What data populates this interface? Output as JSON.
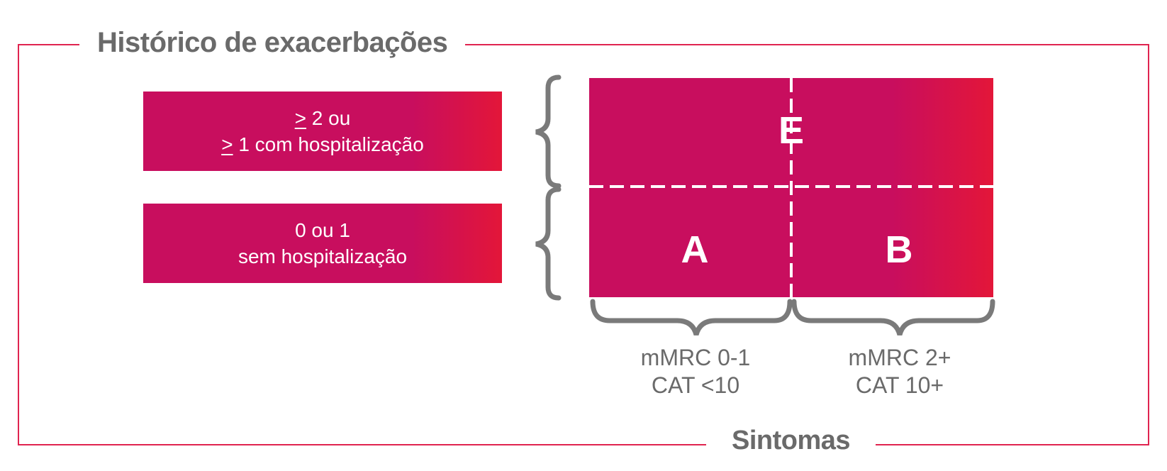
{
  "title": "Histórico de exacerbações",
  "x_title": "Sintomas",
  "rows": [
    {
      "line1_prefix": ">",
      "line1_rest": " 2 ou",
      "line2_prefix": ">",
      "line2_rest": " 1 com hospitalização"
    },
    {
      "line1": "0 ou 1",
      "line2": "sem hospitalização"
    }
  ],
  "cells": {
    "top": "E",
    "bottom_left": "A",
    "bottom_right": "B"
  },
  "columns": [
    {
      "line1": "mMRC 0-1",
      "line2": "CAT <10"
    },
    {
      "line1": "mMRC 2+",
      "line2": "CAT 10+"
    }
  ],
  "colors": {
    "frame": "#e0244f",
    "fill_start": "#c80e5e",
    "fill_end": "#e31639",
    "text_gray": "#6a6a6a",
    "brace_gray": "#7a7a7a"
  }
}
